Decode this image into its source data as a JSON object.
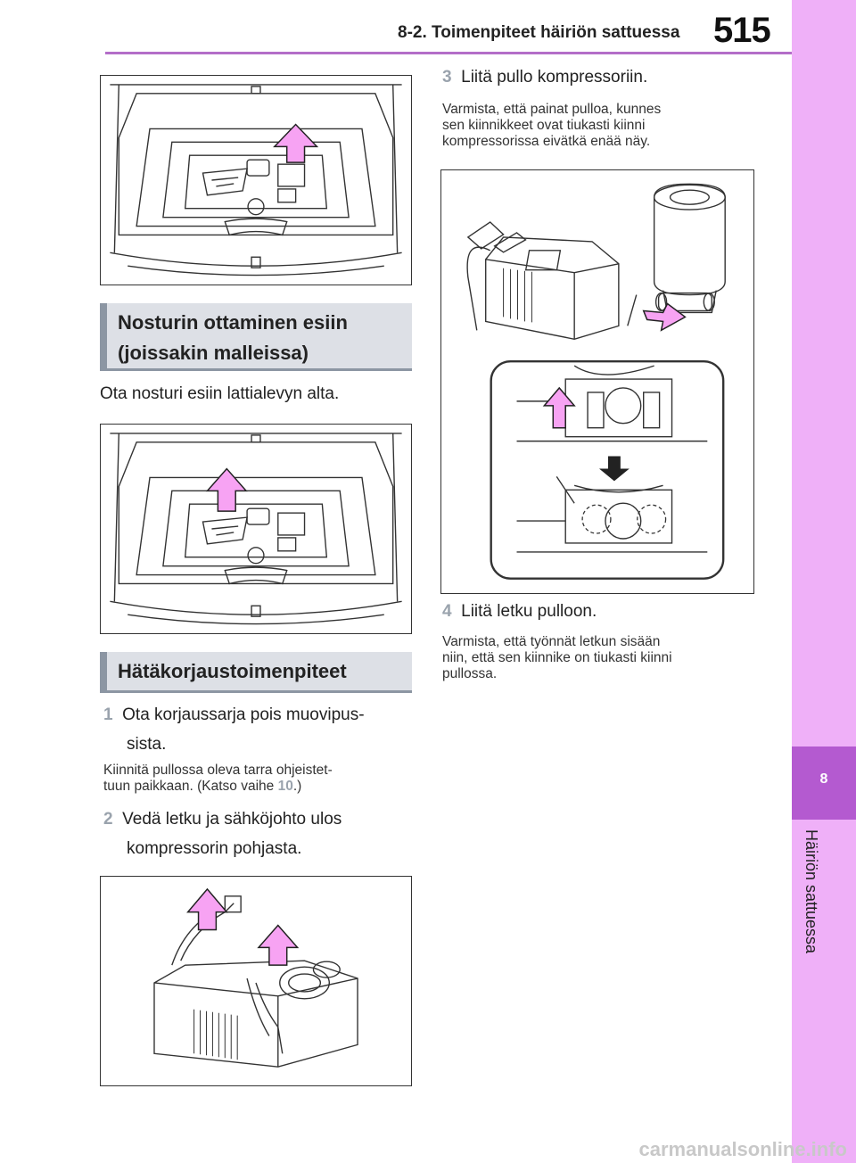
{
  "header": {
    "section_title": "8-2. Toimenpiteet häiriön sattuessa",
    "page_number": "515"
  },
  "side_tab": {
    "chapter_number": "8",
    "chapter_label": "Häiriön sattuessa"
  },
  "left_column": {
    "jack_section": {
      "heading_line1": "Nosturin ottaminen esiin",
      "heading_line2": "(joissakin malleissa)",
      "text": "Ota nosturi esiin lattialevyn alta."
    },
    "repair_section": {
      "heading": "Hätäkorjaustoimenpiteet",
      "step1_number": "1",
      "step1_line1": "Ota korjaussarja pois muovipus-",
      "step1_line2": "sista.",
      "step1_note_line1": "Kiinnitä pullossa oleva tarra ohjeistet-",
      "step1_note_line2_pre": "tuun paikkaan. (Katso vaihe ",
      "step1_note_ref": "10",
      "step1_note_line2_post": ".)",
      "step2_number": "2",
      "step2_line1": "Vedä letku ja sähköjohto ulos",
      "step2_line2": "kompressorin pohjasta."
    }
  },
  "right_column": {
    "step3_number": "3",
    "step3_text": "Liitä pullo kompressoriin.",
    "step3_note_line1": "Varmista, että painat pulloa, kunnes",
    "step3_note_line2": "sen kiinnikkeet ovat tiukasti kiinni",
    "step3_note_line3": "kompressorissa eivätkä enää näy.",
    "step4_number": "4",
    "step4_text": "Liitä letku pulloon.",
    "step4_note_line1": "Varmista, että työnnät letkun sisään",
    "step4_note_line2": "niin, että sen kiinnike on tiukasti kiinni",
    "step4_note_line3": "pullossa."
  },
  "watermark": "carmanualsonline.info",
  "colors": {
    "accent_rule": "#b46ec8",
    "tab_light": "#efb0f8",
    "tab_dark": "#b45ad0",
    "arrow_pink": "#f7a3f3",
    "heading_bg": "#dde0e6"
  }
}
